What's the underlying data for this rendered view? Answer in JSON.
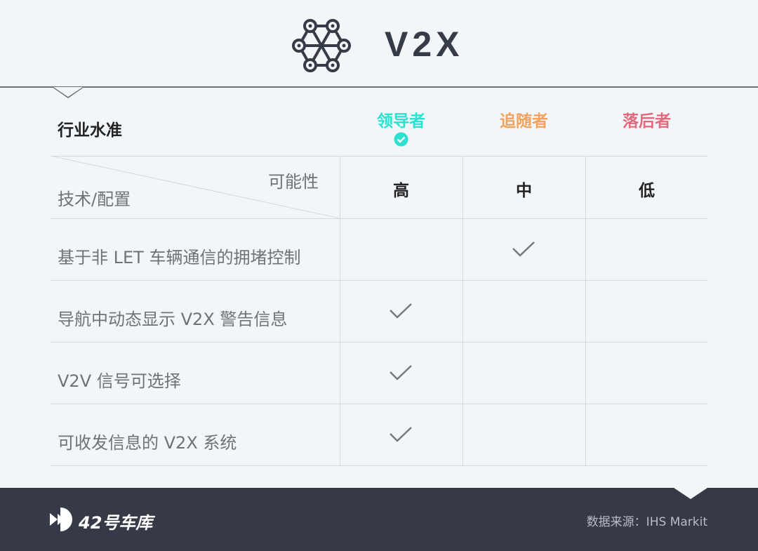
{
  "header": {
    "title": "V2X",
    "icon": "network-hexagon-icon"
  },
  "table": {
    "standard_label": "行业水准",
    "tiers": [
      {
        "label": "领导者",
        "color": "#2ee0cf",
        "selected": true
      },
      {
        "label": "追随者",
        "color": "#f0a35e"
      },
      {
        "label": "落后者",
        "color": "#e26a7f"
      }
    ],
    "diag_top": "可能性",
    "diag_bottom": "技术/配置",
    "likelihood": [
      "高",
      "中",
      "低"
    ],
    "rows": [
      {
        "label": "基于非 LET 车辆通信的拥堵控制",
        "check": 1
      },
      {
        "label": "导航中动态显示 V2X 警告信息",
        "check": 0
      },
      {
        "label": "V2V 信号可选择",
        "check": 0
      },
      {
        "label": "可收发信息的 V2X 系统",
        "check": 0
      }
    ]
  },
  "footer": {
    "brand": "42号车库",
    "source": "数据来源：IHS Markit"
  }
}
